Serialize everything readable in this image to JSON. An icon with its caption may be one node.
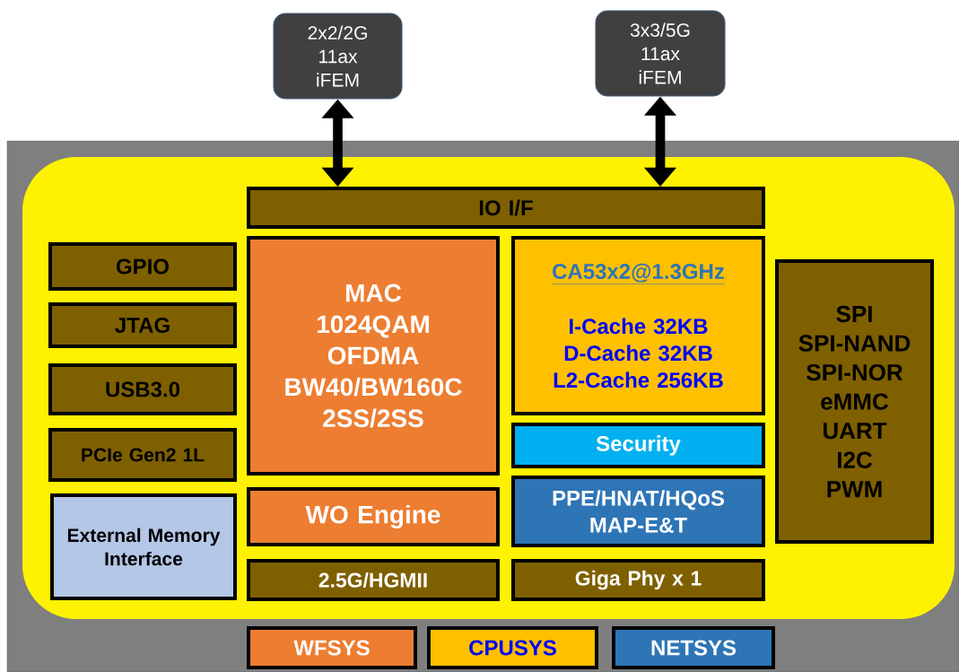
{
  "diagram": {
    "nodes": [
      {
        "text": [
          "2x2/2G",
          "11ax",
          "iFEM"
        ]
      },
      {
        "text": [
          "3x3/5G",
          "11ax",
          "iFEM"
        ]
      },
      {
        "text": [
          "IO I/F"
        ]
      },
      {
        "text": [
          "GPIO"
        ]
      },
      {
        "text": [
          "JTAG"
        ]
      },
      {
        "text": [
          "USB3.0"
        ]
      },
      {
        "text": [
          "PCIe Gen2 1L"
        ]
      },
      {
        "text": [
          "External Memory Interface"
        ]
      },
      {
        "text": [
          "MAC",
          "1024QAM",
          "OFDMA",
          "BW40/BW160C",
          "2SS/2SS"
        ]
      },
      {
        "text": [
          "WO Engine"
        ]
      },
      {
        "text": [
          "2.5G/HGMII"
        ]
      },
      {
        "text": [
          "CA53x2@1.3GHz",
          "I-Cache 32KB",
          "D-Cache 32KB",
          "L2-Cache 256KB"
        ]
      },
      {
        "text": [
          "Security"
        ]
      },
      {
        "text": [
          "PPE/HNAT/HQoS",
          "MAP-E&T"
        ]
      },
      {
        "text": [
          "Giga Phy x 1"
        ]
      },
      {
        "text": [
          "SPI",
          "SPI-NAND",
          "SPI-NOR",
          "eMMC",
          "UART",
          "I2C",
          "PWM"
        ]
      }
    ],
    "edges": [
      {
        "from": 0,
        "to": 2,
        "arrow": "both"
      },
      {
        "from": 1,
        "to": 2,
        "arrow": "both"
      }
    ],
    "legend": [
      {
        "text": "WFSYS",
        "color": "#ed7d31"
      },
      {
        "text": "CPUSYS",
        "color": "#ffc000"
      },
      {
        "text": "NETSYS",
        "color": "#2e75b6"
      }
    ]
  }
}
